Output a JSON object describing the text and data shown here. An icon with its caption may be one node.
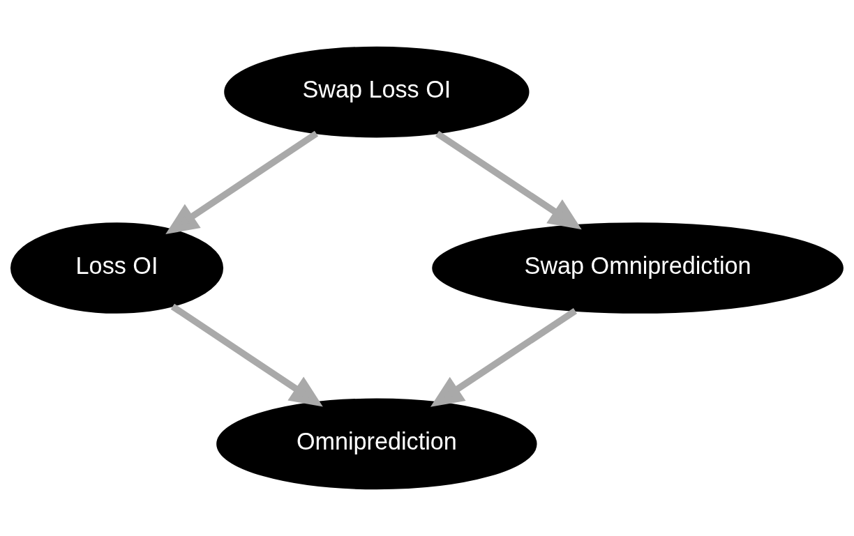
{
  "diagram": {
    "nodes": [
      {
        "text": [
          "Swap Loss OI"
        ]
      },
      {
        "text": [
          "Loss OI"
        ]
      },
      {
        "text": [
          "Swap Omniprediction"
        ]
      },
      {
        "text": [
          "Omniprediction"
        ]
      }
    ],
    "edges": [
      {
        "from": 0,
        "to": 1,
        "arrow": "to"
      },
      {
        "from": 0,
        "to": 2,
        "arrow": "to"
      },
      {
        "from": 1,
        "to": 3,
        "arrow": "to"
      },
      {
        "from": 2,
        "to": 3,
        "arrow": "to"
      }
    ]
  }
}
